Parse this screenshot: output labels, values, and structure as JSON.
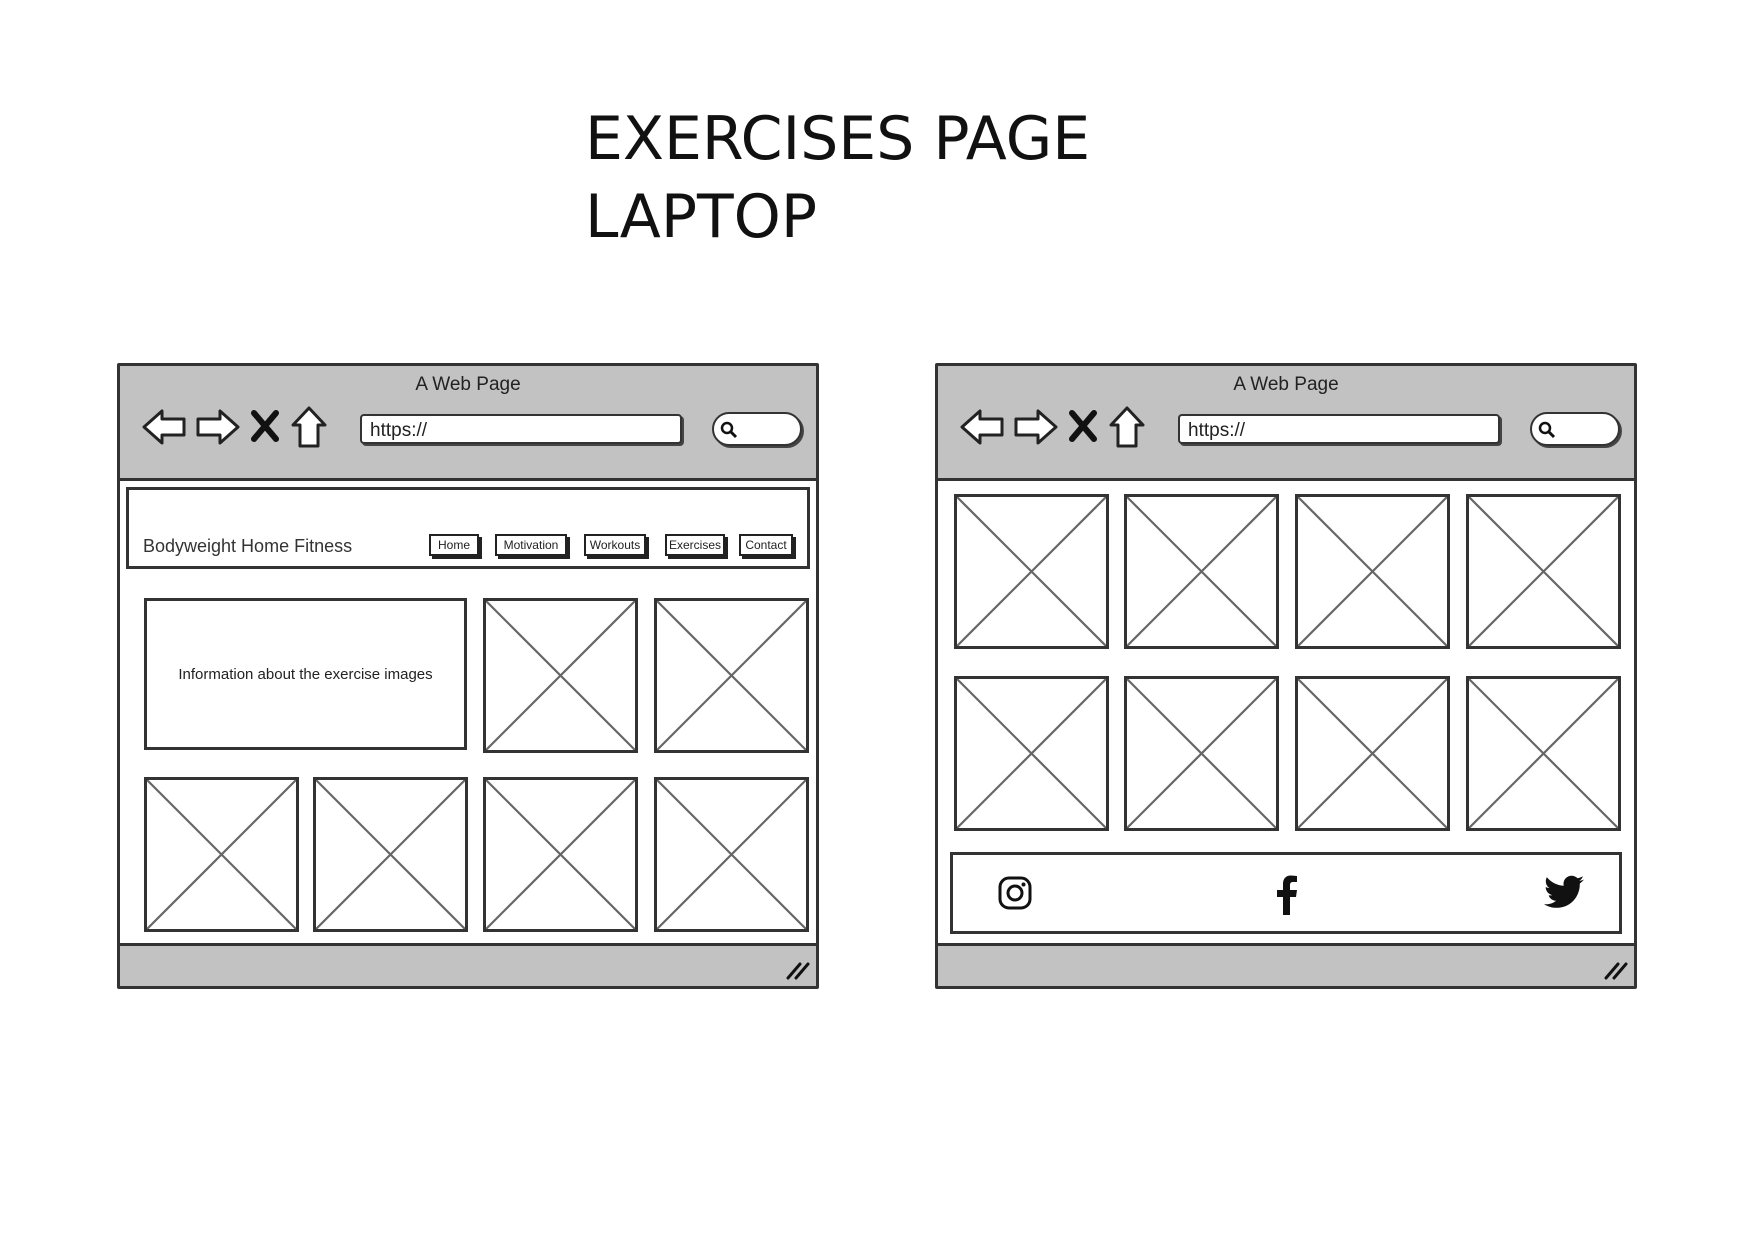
{
  "heading": {
    "line1": "EXERCISES PAGE",
    "line2": "LAPTOP"
  },
  "browser": {
    "title": "A Web Page",
    "url": "https://"
  },
  "site": {
    "brand": "Bodyweight Home Fitness",
    "nav": [
      "Home",
      "Motivation",
      "Workouts",
      "Exercises",
      "Contact"
    ],
    "info_text": "Information about the exercise images"
  },
  "footer_icons": [
    "instagram-icon",
    "facebook-icon",
    "twitter-icon"
  ],
  "colors": {
    "chrome": "#c2c2c2",
    "stroke": "#333333",
    "placeholder_cross": "#666666"
  }
}
